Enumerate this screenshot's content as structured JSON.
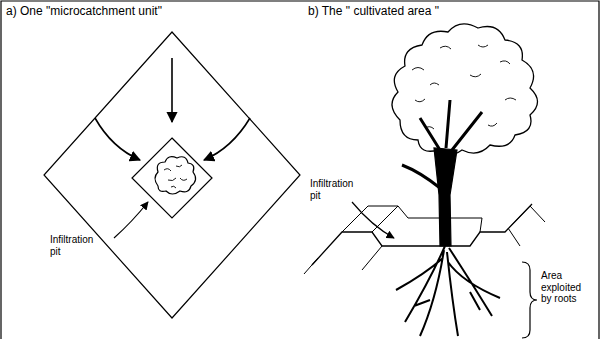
{
  "diagram": {
    "labels": [
      "a) One \"microcatchment unit\"",
      "b) The \" cultivated area \"",
      "Infiltration pit",
      "Infiltration pit",
      "Area exploited by roots"
    ]
  }
}
